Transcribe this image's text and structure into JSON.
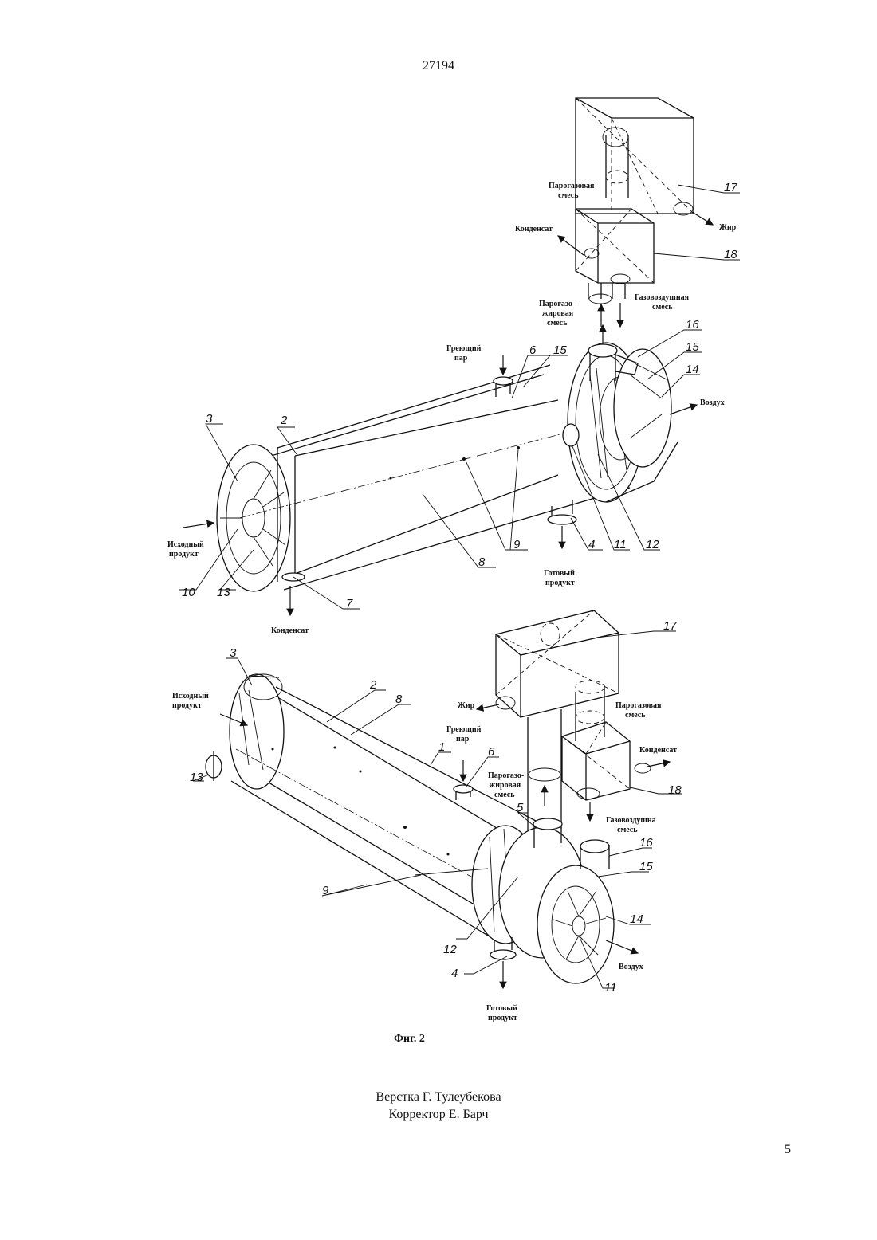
{
  "header": {
    "doc_number": "27194"
  },
  "figure": {
    "caption": "Фиг. 2",
    "top_view": {
      "flow_labels": {
        "steam_gas_mix": [
          "Парогазовая",
          "смесь"
        ],
        "condensate_out": "Конденсат",
        "fat": "Жир",
        "gas_air_mix": [
          "Газовоздушная",
          "смесь"
        ],
        "steam_gas_fat_mix": [
          "Парогазо-",
          "жировая",
          "смесь"
        ],
        "heating_steam": [
          "Греющий",
          "пар"
        ],
        "air": "Воздух",
        "source_product": [
          "Исходный",
          "продукт"
        ],
        "finished_product": [
          "Готовый",
          "продукт"
        ],
        "condensate_drain": "Конденсат"
      },
      "part_numbers": [
        "17",
        "18",
        "16",
        "15",
        "14",
        "6",
        "15",
        "2",
        "3",
        "9",
        "4",
        "11",
        "12",
        "8",
        "10",
        "13",
        "7"
      ]
    },
    "bottom_view": {
      "flow_labels": {
        "source_product": [
          "Исходный",
          "продукт"
        ],
        "fat": "Жир",
        "steam_gas_mix": [
          "Парогазовая",
          "смесь"
        ],
        "heating_steam": [
          "Греющий",
          "пар"
        ],
        "condensate": "Конденсат",
        "steam_gas_fat_mix": [
          "Парогазо-",
          "жировая",
          "смесь"
        ],
        "gas_air_mix": [
          "Газовоздушна",
          "смесь"
        ],
        "air": "Воздух",
        "finished_product": [
          "Готовый",
          "продукт"
        ]
      },
      "part_numbers": [
        "3",
        "2",
        "8",
        "17",
        "1",
        "6",
        "13",
        "18",
        "5",
        "16",
        "15",
        "9",
        "14",
        "12",
        "4",
        "11"
      ]
    }
  },
  "credits": {
    "layout": "Верстка Г. Тулеубекова",
    "proofreader": "Корректор Е. Барч"
  },
  "footer": {
    "page_number": "5"
  }
}
